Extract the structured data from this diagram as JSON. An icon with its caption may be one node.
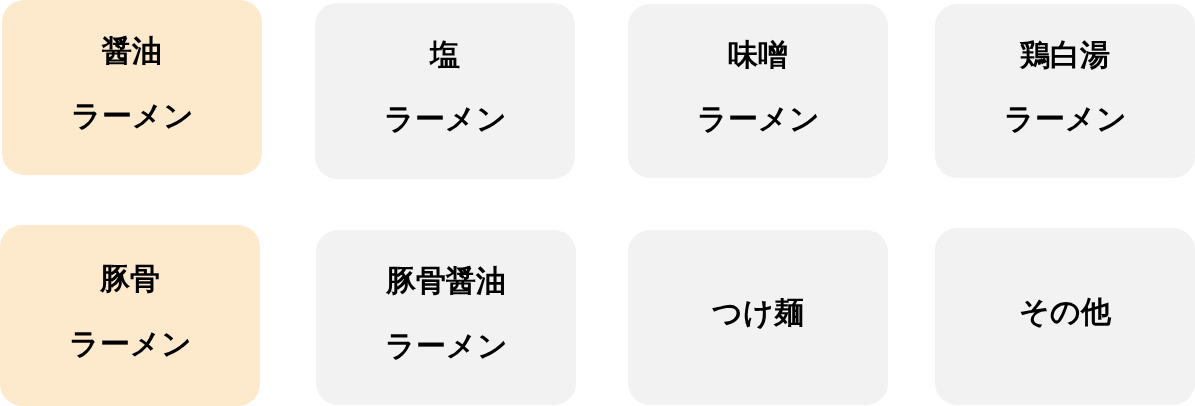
{
  "diagram": {
    "nodes": [
      {
        "text": [
          "醤油",
          "ラーメン"
        ]
      },
      {
        "text": [
          "塩",
          "ラーメン"
        ]
      },
      {
        "text": [
          "味噌",
          "ラーメン"
        ]
      },
      {
        "text": [
          "鶏白湯",
          "ラーメン"
        ]
      },
      {
        "text": [
          "豚骨",
          "ラーメン"
        ]
      },
      {
        "text": [
          "豚骨醤油",
          "ラーメン"
        ]
      },
      {
        "text": [
          "つけ麺"
        ]
      },
      {
        "text": [
          "その他"
        ]
      }
    ]
  }
}
